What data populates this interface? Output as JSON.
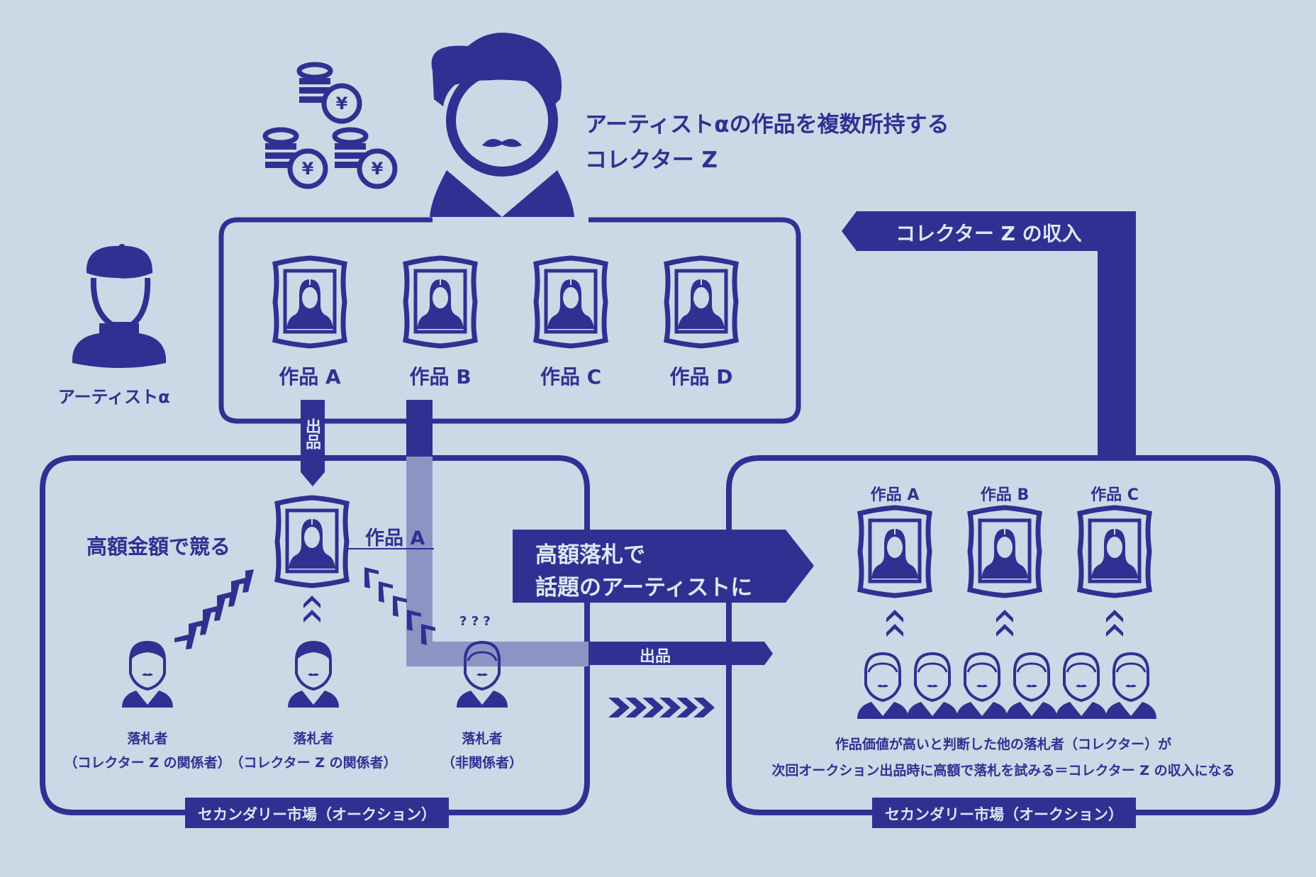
{
  "colors": {
    "primary": "#2e3192",
    "background": "#cad9e5",
    "translucent": "#8a95c4",
    "light_text": "#dde7f2"
  },
  "collector": {
    "title_line1": "アーティストαの作品を複数所持する",
    "title_line2": "コレクター Z"
  },
  "artist": {
    "label": "アーティストα"
  },
  "collection": {
    "works": [
      {
        "label": "作品 A"
      },
      {
        "label": "作品 B"
      },
      {
        "label": "作品 C"
      },
      {
        "label": "作品 D"
      }
    ]
  },
  "arrows": {
    "list_vertical": "出品",
    "list_horizontal": "出品",
    "revenue": "コレクター Z の収入",
    "hot_artist_line1": "高額落札で",
    "hot_artist_line2": "話題のアーティストに"
  },
  "left_market": {
    "compete_label": "高額金額で競る",
    "work_label": "作品 A",
    "question_marks": "? ? ?",
    "bidders": [
      {
        "line1": "落札者",
        "line2": "（コレクター Z の関係者）"
      },
      {
        "line1": "落札者",
        "line2": "（コレクター Z の関係者）"
      },
      {
        "line1": "落札者",
        "line2": "（非関係者）"
      }
    ],
    "footer": "セカンダリー市場（オークション）"
  },
  "right_market": {
    "works": [
      {
        "label": "作品 A"
      },
      {
        "label": "作品 B"
      },
      {
        "label": "作品 C"
      }
    ],
    "note_line1": "作品価値が高いと判断した他の落札者（コレクター）が",
    "note_line2": "次回オークション出品時に高額で落札を試みる＝コレクター Z の収入になる",
    "footer": "セカンダリー市場（オークション）"
  }
}
